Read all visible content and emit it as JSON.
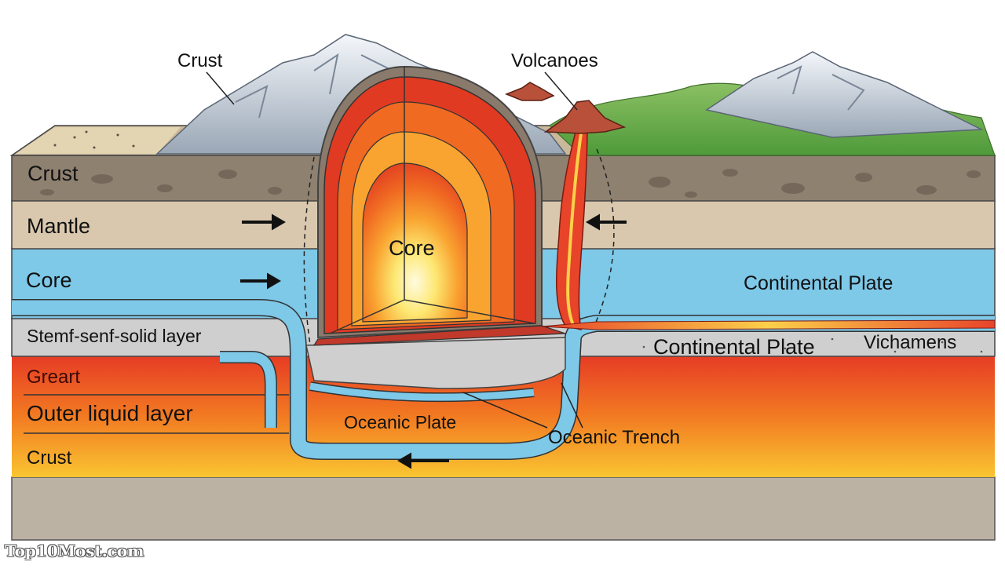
{
  "diagram": {
    "labels": {
      "crust_top": "Crust",
      "volcanoes": "Volcanoes",
      "crust_left": "Crust",
      "mantle": "Mantle",
      "core_left": "Core",
      "core_center": "Core",
      "continental_plate_right": "Continental Plate",
      "semi_solid": "Stemf-senf-solid layer",
      "continental_plate_lower": "Continental Plate",
      "vichamens": "Vichamens",
      "greart": "Greart",
      "outer_liquid": "Outer liquid layer",
      "oceanic_plate": "Oceanic Plate",
      "oceanic_trench": "Oceanic Trench",
      "crust_bottom": "Crust"
    },
    "watermark": "Top10Most.com",
    "colors": {
      "crust": "#8f8170",
      "mantle": "#d9c8ae",
      "core_band": "#7ec8e8",
      "semi_solid": "#c9c9c9",
      "outer_liquid": "#e8472a",
      "bottom_crust": "#bcb2a4",
      "magma": "#f06a1e",
      "grass": "#6fae4c",
      "snow": "#e8eef6"
    }
  }
}
